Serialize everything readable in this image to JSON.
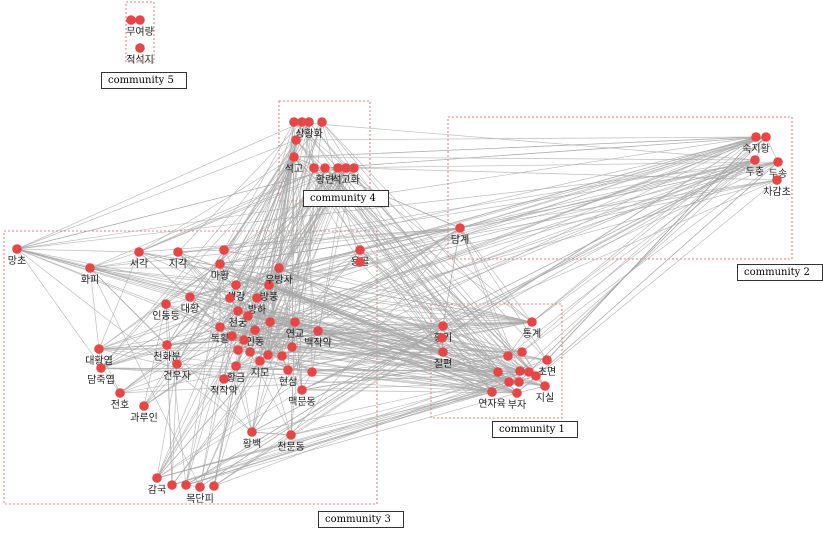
{
  "colors": {
    "node": "#e84646",
    "edge": "#a8a8a8",
    "community_border": "#e05555",
    "text": "#222222"
  },
  "communities": [
    {
      "id": 1,
      "label": "community 1"
    },
    {
      "id": 2,
      "label": "community 2"
    },
    {
      "id": 3,
      "label": "community 3"
    },
    {
      "id": 4,
      "label": "community 4"
    },
    {
      "id": 5,
      "label": "community 5"
    }
  ],
  "nodes": [
    {
      "label": "무여량",
      "community": 5
    },
    {
      "label": "적석지",
      "community": 5
    },
    {
      "label": "숙지황",
      "community": 2
    },
    {
      "label": "두충",
      "community": 2
    },
    {
      "label": "두송",
      "community": 2
    },
    {
      "label": "차감초",
      "community": 2
    },
    {
      "label": "담계",
      "community": 2
    },
    {
      "label": "상황화",
      "community": 4
    },
    {
      "label": "석고",
      "community": 4
    },
    {
      "label": "황련",
      "community": 4
    },
    {
      "label": "석고화",
      "community": 4
    },
    {
      "label": "망초",
      "community": 3
    },
    {
      "label": "서각",
      "community": 3
    },
    {
      "label": "지각",
      "community": 3
    },
    {
      "label": "화피",
      "community": 3
    },
    {
      "label": "대황",
      "community": 3
    },
    {
      "label": "인동등",
      "community": 3
    },
    {
      "label": "마황",
      "community": 3
    },
    {
      "label": "생강",
      "community": 3
    },
    {
      "label": "방하",
      "community": 3
    },
    {
      "label": "방풍",
      "community": 3
    },
    {
      "label": "우방자",
      "community": 3
    },
    {
      "label": "용골",
      "community": 3
    },
    {
      "label": "대황엽",
      "community": 3
    },
    {
      "label": "담죽엽",
      "community": 3
    },
    {
      "label": "천화분",
      "community": 3
    },
    {
      "label": "건우자",
      "community": 3
    },
    {
      "label": "독활",
      "community": 3
    },
    {
      "label": "천궁",
      "community": 3
    },
    {
      "label": "인동",
      "community": 3
    },
    {
      "label": "연교",
      "community": 3
    },
    {
      "label": "백작약",
      "community": 3
    },
    {
      "label": "지모",
      "community": 3
    },
    {
      "label": "황금",
      "community": 3
    },
    {
      "label": "적작약",
      "community": 3
    },
    {
      "label": "현삼",
      "community": 3
    },
    {
      "label": "맥문동",
      "community": 3
    },
    {
      "label": "전호",
      "community": 3
    },
    {
      "label": "과루인",
      "community": 3
    },
    {
      "label": "황백",
      "community": 3
    },
    {
      "label": "천문동",
      "community": 3
    },
    {
      "label": "감국",
      "community": 3
    },
    {
      "label": "목단피",
      "community": 3
    },
    {
      "label": "통계",
      "community": 1
    },
    {
      "label": "황기",
      "community": 1
    },
    {
      "label": "질편",
      "community": 1
    },
    {
      "label": "지실",
      "community": 1
    },
    {
      "label": "연자육",
      "community": 1
    },
    {
      "label": "부자",
      "community": 1
    },
    {
      "label": "초면",
      "community": 1
    }
  ]
}
